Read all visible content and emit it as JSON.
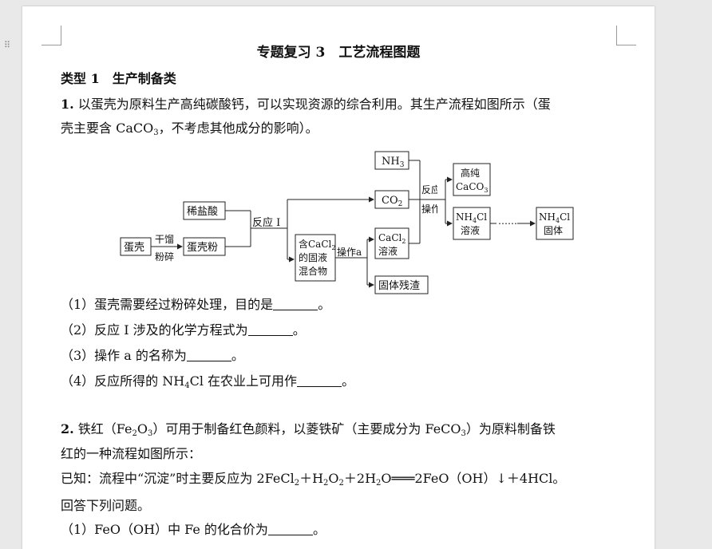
{
  "document": {
    "title": "专题复习 3　工艺流程图题",
    "section_heading": "类型 1　生产制备类",
    "q1": {
      "number": "1.",
      "line1": " 以蛋壳为原料生产高纯碳酸钙，可以实现资源的综合利用。其生产流程如图所示（蛋",
      "line2_pre": "壳主要含 CaCO",
      "line2_sub": "3",
      "line2_post": "，不考虑其他成分的影响）。",
      "sub1": "（1）蛋壳需要经过粉碎处理，目的是",
      "sub1_end": "。",
      "sub2": "（2）反应 Ⅰ 涉及的化学方程式为",
      "sub2_end": "。",
      "sub3": "（3）操作 a 的名称为",
      "sub3_end": "。",
      "sub4_pre": "（4）反应所得的 NH",
      "sub4_sub": "4",
      "sub4_post": "Cl 在农业上可用作",
      "sub4_end": "。"
    },
    "q2": {
      "number": "2.",
      "line1_a": " 铁红（Fe",
      "line1_s1": "2",
      "line1_b": "O",
      "line1_s2": "3",
      "line1_c": "）可用于制备红色颜料，以菱铁矿（主要成分为 FeCO",
      "line1_s3": "3",
      "line1_d": "）为原料制备铁",
      "line2": "红的一种流程如图所示：",
      "known_a": "已知：流程中“沉淀”时主要反应为 2FeCl",
      "known_s1": "2",
      "known_b": "＋H",
      "known_s2": "2",
      "known_c": "O",
      "known_s3": "2",
      "known_d": "＋2H",
      "known_s4": "2",
      "known_e": "O═══2FeO（OH）↓＋4HCl。",
      "line4": "回答下列问题。",
      "sub1": "（1）FeO（OH）中 Fe 的化合价为",
      "sub1_end": "。"
    }
  },
  "flowchart": {
    "eggshell": "蛋壳",
    "dry_label": "干馏",
    "grind_label": "粉碎",
    "eggshell_powder": "蛋壳粉",
    "dilute_hcl": "稀盐酸",
    "reaction1": "反应 Ⅰ",
    "mixture_l1": "含CaCl",
    "mixture_l1_sub": "2",
    "mixture_l2": "的固液",
    "mixture_l3": "混合物",
    "operation_a1": "操作a",
    "cacl2_l1": "CaCl",
    "cacl2_l1_sub": "2",
    "cacl2_l2": "溶液",
    "solid_residue": "固体残渣",
    "nh3": "NH",
    "nh3_sub": "3",
    "co2": "CO",
    "co2_sub": "2",
    "reaction2": "反应 Ⅱ",
    "operation_a2": "操作a",
    "pure_l1": "高纯",
    "pure_l2": "CaCO",
    "pure_l2_sub": "3",
    "nh4cl_sol_l1": "NH",
    "nh4cl_sol_l1_sub": "4",
    "nh4cl_sol_l1_post": "Cl",
    "nh4cl_sol_l2": "溶液",
    "dots": "⋯⋯",
    "nh4cl_solid_l1": "NH",
    "nh4cl_solid_l1_sub": "4",
    "nh4cl_solid_l1_post": "Cl",
    "nh4cl_solid_l2": "固体"
  }
}
